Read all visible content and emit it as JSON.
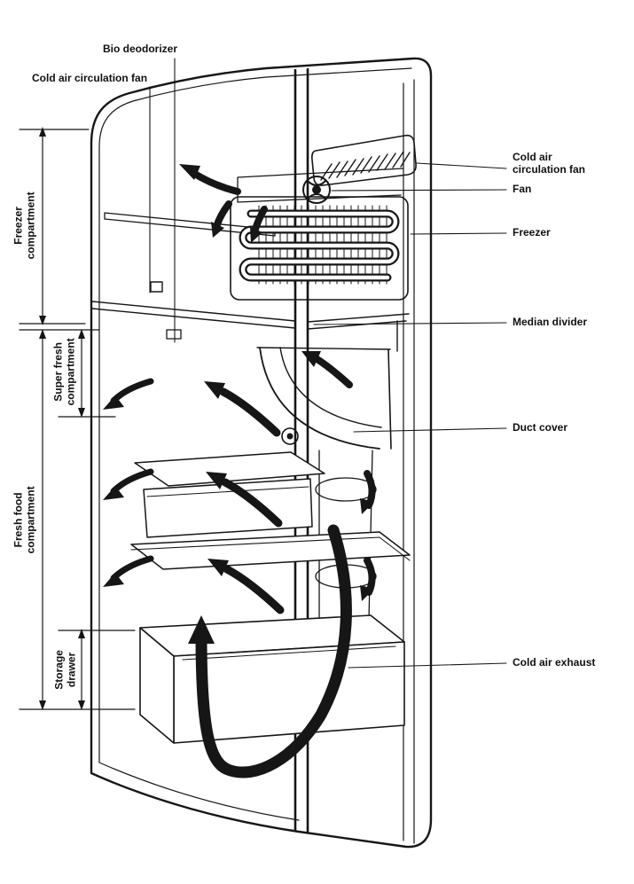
{
  "callouts": {
    "bio_deodorizer": "Bio deodorizer",
    "cold_air_circulation_fan_left": "Cold air circulation fan",
    "cold_air_circulation_fan_right": "Cold air\ncirculation fan",
    "fan": "Fan",
    "freezer": "Freezer",
    "median_divider": "Median divider",
    "duct_cover": "Duct cover",
    "cold_air_exhaust": "Cold air exhaust"
  },
  "compartments": {
    "freezer": "Freezer\ncompartment",
    "super_fresh": "Super fresh\ncompartment",
    "fresh_food": "Fresh food\ncompartment",
    "storage_drawer": "Storage\ndrawer"
  },
  "colors": {
    "ink": "#161616",
    "background": "#ffffff"
  }
}
